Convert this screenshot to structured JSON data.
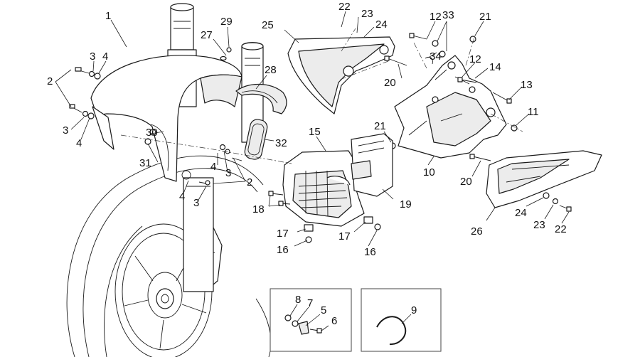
{
  "diagram": {
    "callouts": [
      "1",
      "2",
      "3",
      "4",
      "5",
      "6",
      "7",
      "8",
      "9",
      "10",
      "11",
      "12",
      "13",
      "14",
      "15",
      "16",
      "17",
      "18",
      "19",
      "20",
      "21",
      "22",
      "23",
      "24",
      "25",
      "26",
      "27",
      "28",
      "29",
      "30",
      "31",
      "32",
      "33",
      "34"
    ]
  }
}
